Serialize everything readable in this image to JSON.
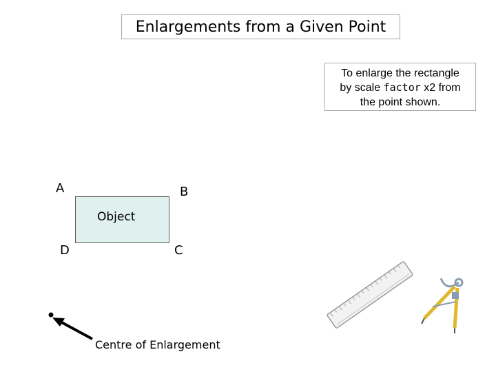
{
  "title": "Enlargements from a Given Point",
  "instruction": {
    "line1": "To enlarge the rectangle",
    "line2_pre": "by scale",
    "line2_mono": "factor",
    "line2_post": "x2 from",
    "line3": "the point shown."
  },
  "vertices": {
    "a": "A",
    "b": "B",
    "c": "C",
    "d": "D"
  },
  "object_label": "Object",
  "centre_label": "Centre of Enlargement",
  "colors": {
    "object_fill": "#dff0ef",
    "ruler": "#f2f2f2",
    "compass_gold": "#e0b830",
    "compass_grey": "#8a9cb0"
  }
}
